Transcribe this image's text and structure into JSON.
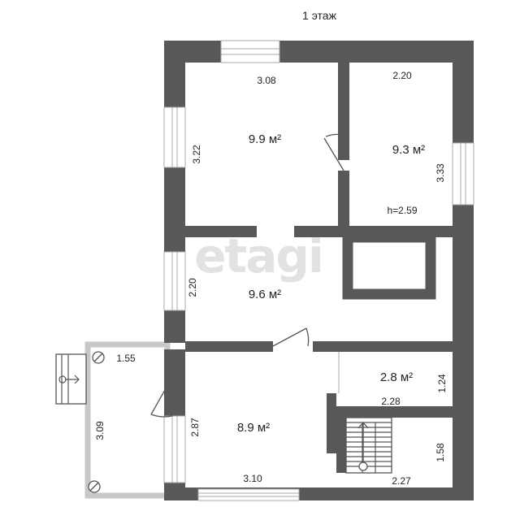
{
  "title": "1 этаж",
  "watermark": "etagi",
  "rooms": [
    {
      "id": "room-top-left",
      "area": "9.9 м²",
      "width": "3.08",
      "height": "3.22"
    },
    {
      "id": "room-top-right",
      "area": "9.3 м²",
      "width": "2.20",
      "height": "3.33",
      "ceiling": "h=2.59"
    },
    {
      "id": "room-middle",
      "area": "9.6 м²",
      "height": "2.20"
    },
    {
      "id": "room-bottom-left",
      "area": "8.9 м²",
      "width": "3.10",
      "height": "2.87"
    },
    {
      "id": "room-small",
      "area": "2.8 м²",
      "width": "2.28",
      "height": "1.24"
    },
    {
      "id": "stair-hall",
      "width": "2.27",
      "height": "1.58"
    }
  ],
  "porch": {
    "width": "1.55",
    "length": "3.09"
  },
  "colors": {
    "wall": "#58585a",
    "window": "#bfbfbf",
    "porch": "#c8c8c8"
  }
}
